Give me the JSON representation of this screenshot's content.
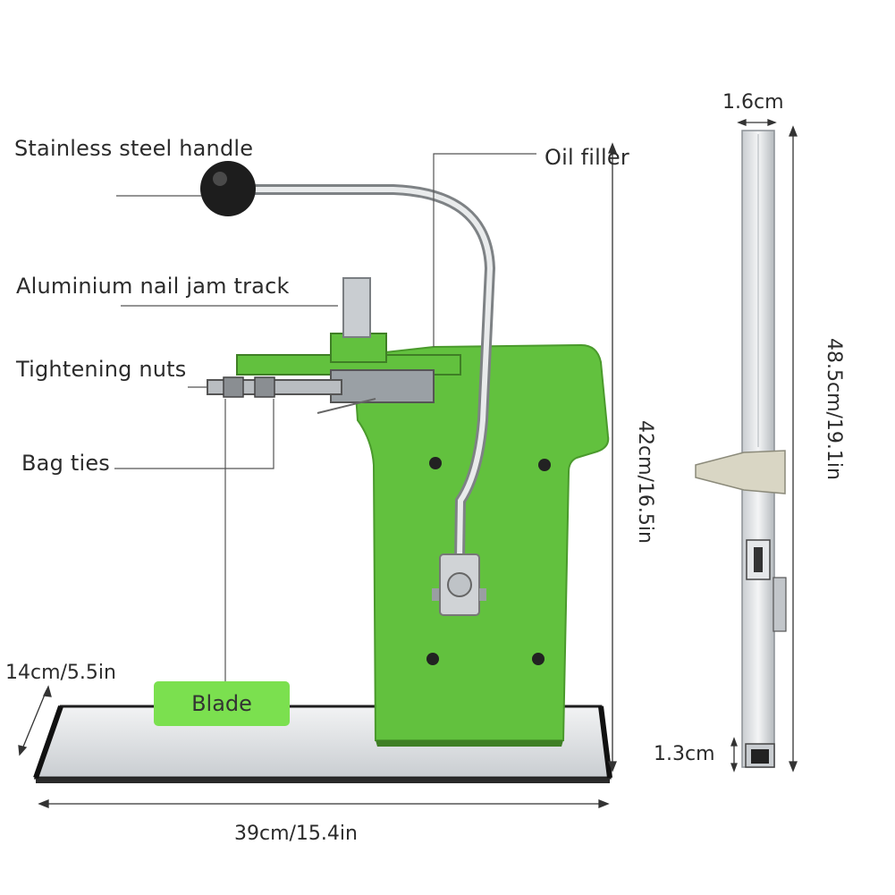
{
  "labels": {
    "handle": "Stainless steel handle",
    "oil": "Oil filler",
    "track": "Aluminium nail jam track",
    "nuts": "Tightening nuts",
    "ties": "Bag ties",
    "blade": "Blade"
  },
  "dimensions": {
    "depth": "14cm/5.5in",
    "width": "39cm/15.4in",
    "height": "42cm/16.5in",
    "rail_width": "1.6cm",
    "rail_length": "48.5cm/19.1in",
    "rail_end": "1.3cm"
  },
  "colors": {
    "body_green": "#62c13e",
    "body_dark": "#4a9a2c",
    "blade_label_bg": "#7be04f",
    "steel": "#d6d9dc"
  }
}
